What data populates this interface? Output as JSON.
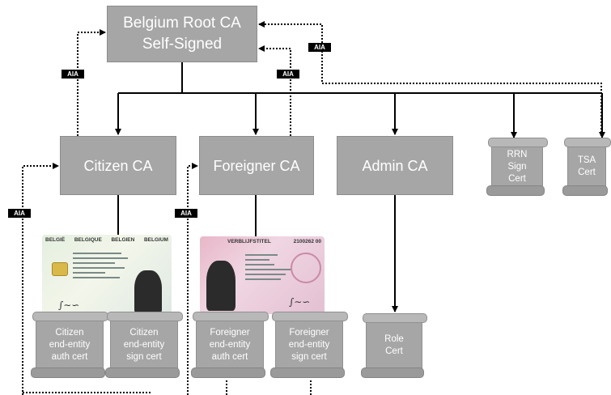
{
  "root_ca": {
    "label": "Belgium Root CA\nSelf-Signed"
  },
  "intermediate_cas": {
    "citizen": "Citizen CA",
    "foreigner": "Foreigner CA",
    "admin": "Admin CA"
  },
  "root_certs": {
    "rrn": "RRN\nSign\nCert",
    "tsa": "TSA\nCert"
  },
  "end_entity_certs": {
    "citizen_auth": "Citizen\nend-entity\nauth cert",
    "citizen_sign": "Citizen\nend-entity\nsign cert",
    "foreigner_auth": "Foreigner\nend-entity\nauth cert",
    "foreigner_sign": "Foreigner\nend-entity\nsign cert",
    "role": "Role\nCert"
  },
  "aia_label": "AIA",
  "id_cards": {
    "belgian": {
      "header": [
        "BELGIË",
        "BELGIQUE",
        "BELGIEN",
        "BELGIUM"
      ]
    },
    "foreigner": {
      "header": [
        "VERBLIJFSTITEL",
        "2100262 00"
      ]
    }
  },
  "colors": {
    "box_fill": "#a6a6a6",
    "box_text": "#ffffff",
    "line": "#000000"
  }
}
